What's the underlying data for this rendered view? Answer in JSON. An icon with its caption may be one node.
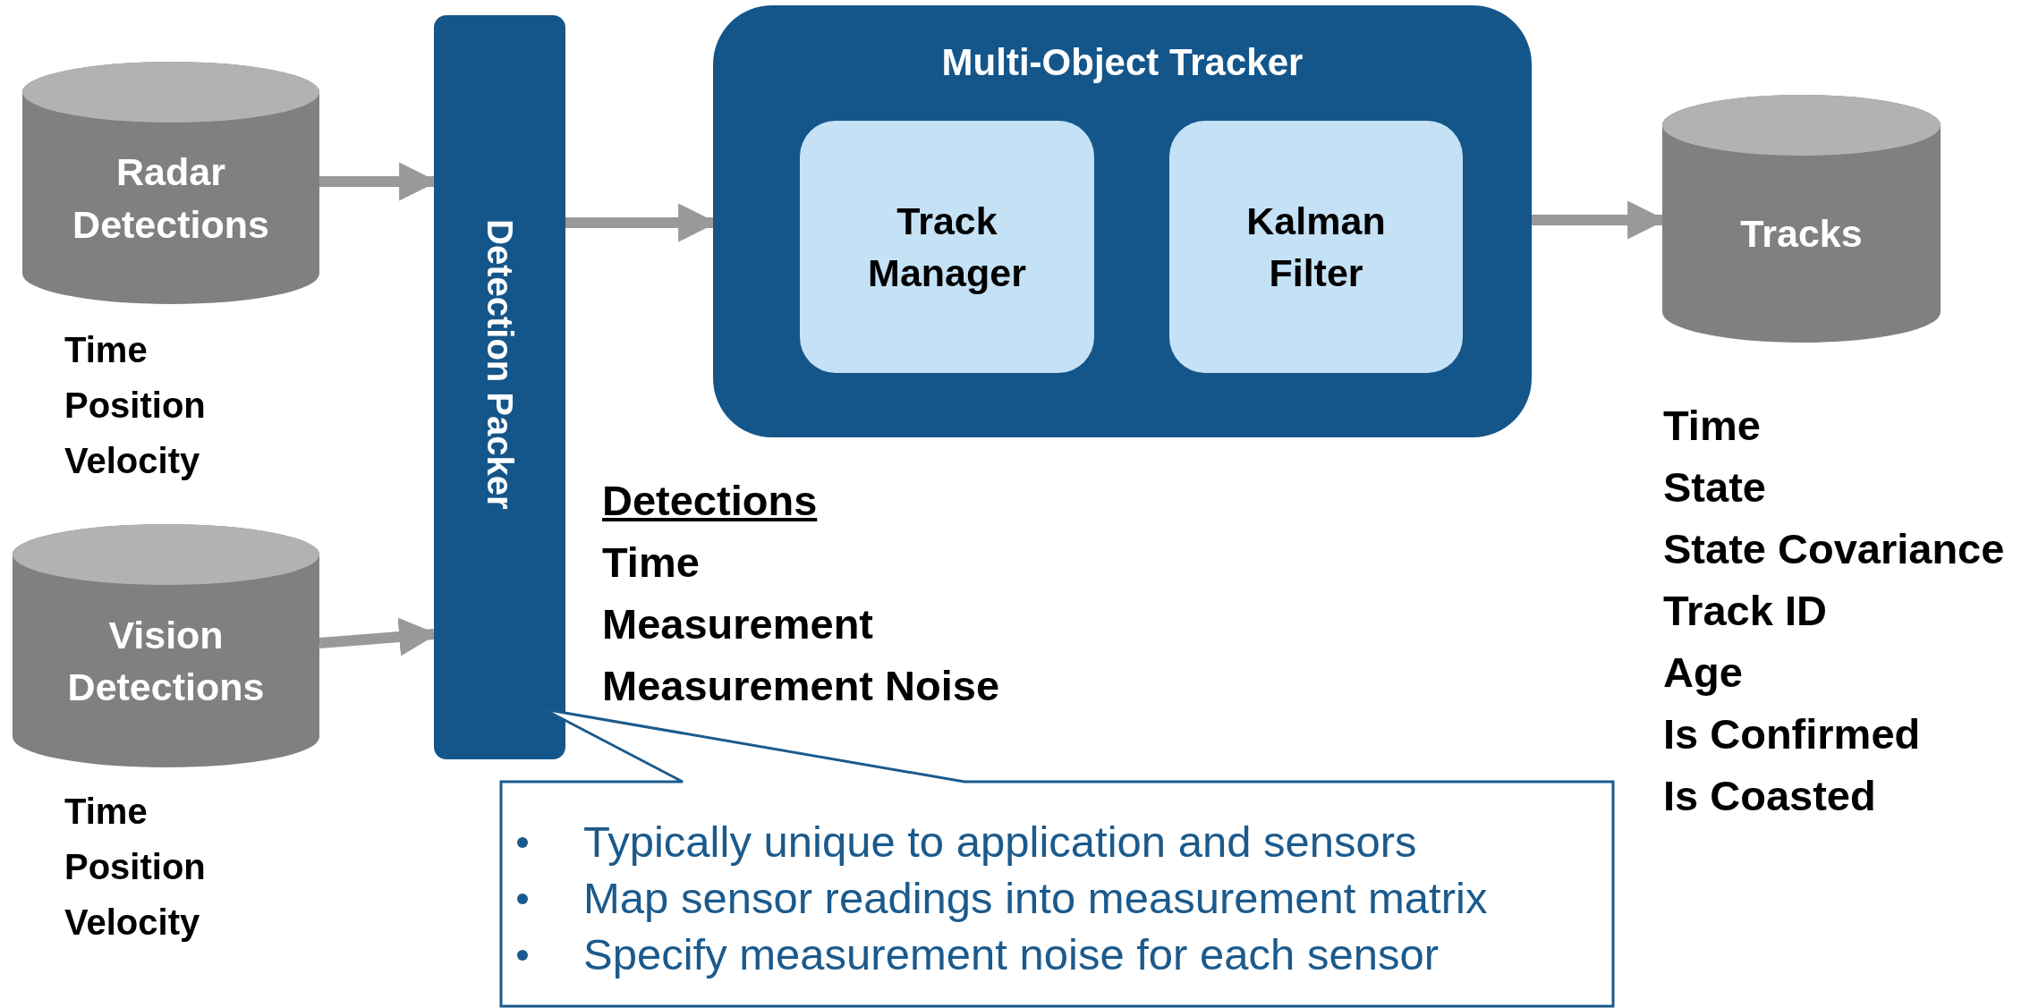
{
  "diagram": {
    "nodes": [
      {
        "text": [
          "Radar Detections"
        ],
        "beside": [
          "Time",
          "Position",
          "Velocity"
        ]
      },
      {
        "text": [
          "Vision Detections"
        ],
        "beside": [
          "Time",
          "Position",
          "Velocity"
        ]
      },
      {
        "text": [
          "Detection Packer"
        ]
      },
      {
        "text": [
          "Multi-Object Tracker"
        ]
      },
      {
        "text": [
          "Track Manager"
        ],
        "in": 3
      },
      {
        "text": [
          "Kalman Filter"
        ],
        "in": 3
      },
      {
        "text": [
          "Tracks"
        ],
        "beside": [
          "Time",
          "State",
          "State Covariance",
          "Track ID",
          "Age",
          "Is Confirmed",
          "Is Coasted"
        ]
      },
      {
        "text": [
          "Typically unique to application and sensors",
          "Map sensor readings into measurement matrix",
          "Specify measurement noise for each sensor"
        ]
      }
    ],
    "edges": [
      {
        "from": 0,
        "to": 2,
        "arrow": "to"
      },
      {
        "from": 1,
        "to": 2,
        "arrow": "to"
      },
      {
        "from": 2,
        "to": 3,
        "arrow": "to"
      },
      {
        "from": 3,
        "to": 6,
        "arrow": "to"
      }
    ],
    "labels": [
      "Detections",
      "Time",
      "Measurement",
      "Measurement Noise"
    ]
  }
}
